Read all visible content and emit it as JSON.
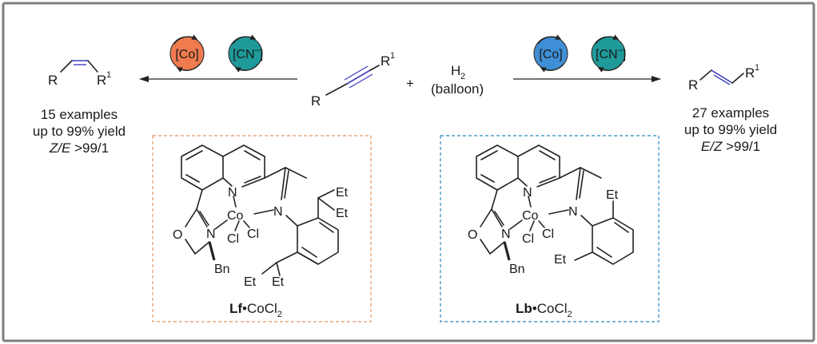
{
  "colors": {
    "frame": "#7f7f7f",
    "cis_bond": "#3d3dbd",
    "trans_bond": "#3d3dbd",
    "co_z_catalyst": "#ef7b4f",
    "co_e_catalyst": "#3f8fd6",
    "cyanide_cycle": "#1f9a9a",
    "box_left": "#e8a57c",
    "box_right": "#4b9bc7"
  },
  "reagents": {
    "plus": "+",
    "h2_label": "H",
    "h2_sub": "2",
    "h2_note": "(balloon)"
  },
  "substituents": {
    "R": "R",
    "R1_base": "R",
    "R1_sup": "1"
  },
  "catalysts": {
    "co": "[Co]",
    "cn_base": "[CN",
    "cn_sup": "–",
    "cn_close": "]"
  },
  "left_product": {
    "examples": "15 examples",
    "yield": "up to 99% yield",
    "selectivity_label": "Z/E",
    "selectivity_value": ">99/1"
  },
  "right_product": {
    "examples": "27 examples",
    "yield": "up to 99% yield",
    "selectivity_label": "E/Z",
    "selectivity_value": ">99/1"
  },
  "left_ligand": {
    "name_bold": "Lf",
    "name_rest": "•CoCl",
    "name_sub": "2",
    "atoms": {
      "N": "N",
      "Co": "Co",
      "Cl": "Cl",
      "O": "O",
      "Bn": "Bn",
      "Et": "Et"
    }
  },
  "right_ligand": {
    "name_bold": "Lb",
    "name_rest": "•CoCl",
    "name_sub": "2",
    "atoms": {
      "N": "N",
      "Co": "Co",
      "Cl": "Cl",
      "O": "O",
      "Bn": "Bn",
      "Et": "Et"
    }
  }
}
